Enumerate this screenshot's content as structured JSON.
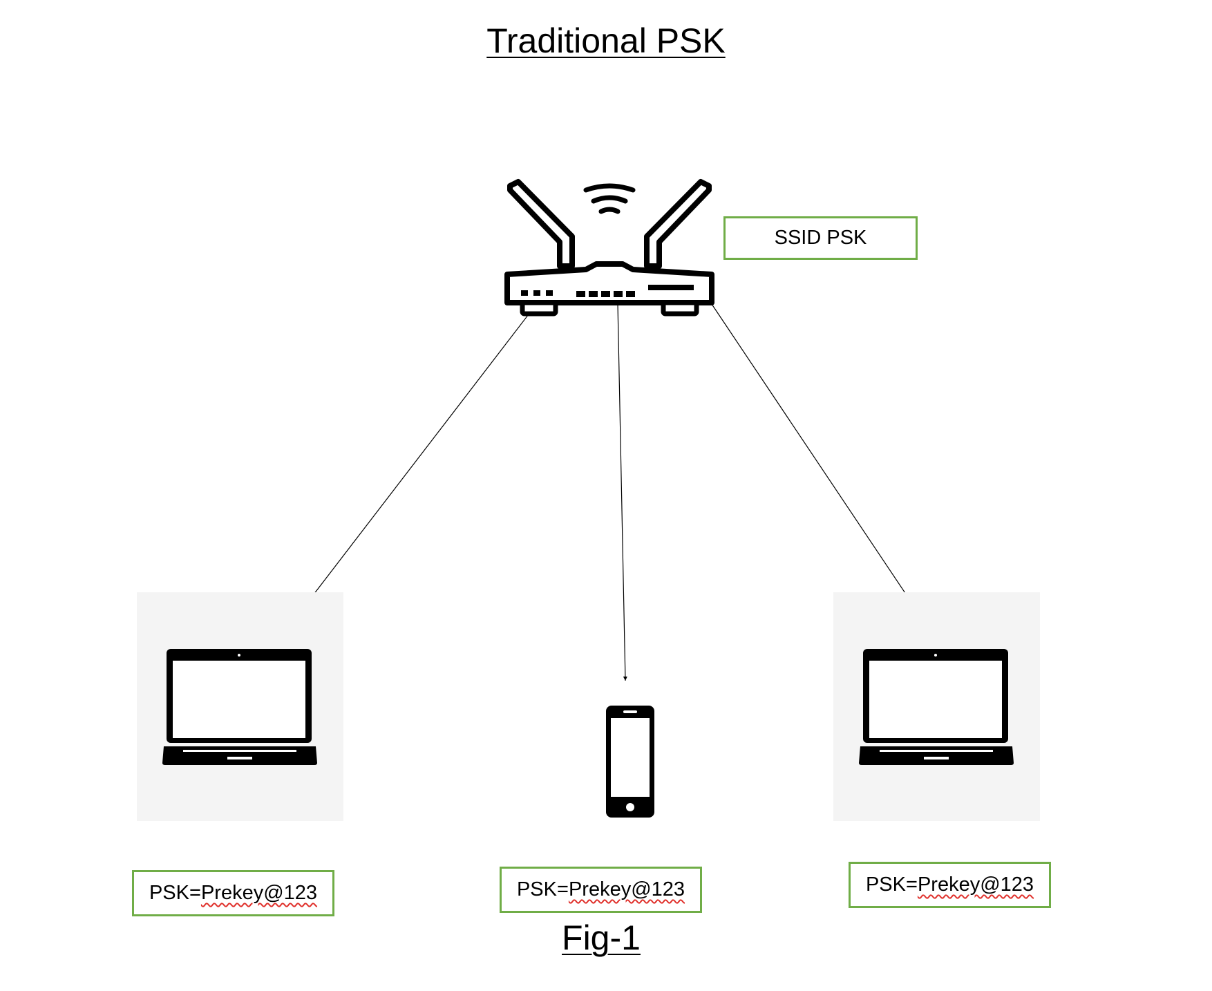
{
  "title": "Traditional PSK",
  "ssid_label": "SSID PSK",
  "devices": [
    {
      "type": "laptop",
      "psk_prefix": "PSK=",
      "psk_value": "Prekey@123"
    },
    {
      "type": "phone",
      "psk_prefix": "PSK=",
      "psk_value": "Prekey@123"
    },
    {
      "type": "laptop",
      "psk_prefix": "PSK=",
      "psk_value": "Prekey@123"
    }
  ],
  "caption": "Fig-1",
  "icons": [
    "router-icon",
    "wifi-signal-icon",
    "laptop-icon",
    "smartphone-icon"
  ],
  "colors": {
    "box_border": "#70ad47",
    "spellcheck": "#e0312c",
    "device_background": "#f4f4f4"
  }
}
